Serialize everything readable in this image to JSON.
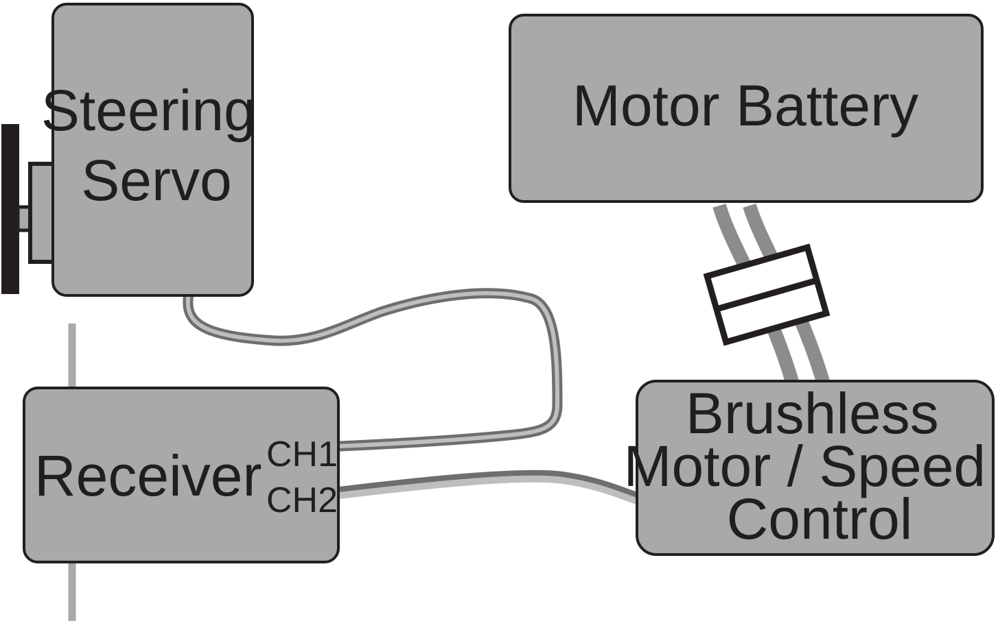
{
  "colors": {
    "box_fill": "#a7a9ab",
    "box_stroke": "#231f20",
    "wire_dark": "#6d6e70",
    "wire_light": "#bcbec0",
    "pole": "#a7a9ab",
    "servo_arm": "#231f20",
    "background": "#ffffff"
  },
  "components": {
    "steering_servo": {
      "line1": "Steering",
      "line2": "Servo"
    },
    "motor_battery": {
      "label": "Motor Battery"
    },
    "receiver": {
      "label": "Receiver",
      "ch1": "CH1",
      "ch2": "CH2"
    },
    "esc": {
      "line1": "Brushless",
      "line2": "Motor / Speed",
      "line3": "Control"
    }
  },
  "connections": [
    {
      "from": "steering_servo",
      "to": "receiver",
      "channel": "CH1"
    },
    {
      "from": "receiver",
      "to": "esc",
      "channel": "CH2"
    },
    {
      "from": "motor_battery",
      "to": "esc",
      "connector": true
    }
  ]
}
